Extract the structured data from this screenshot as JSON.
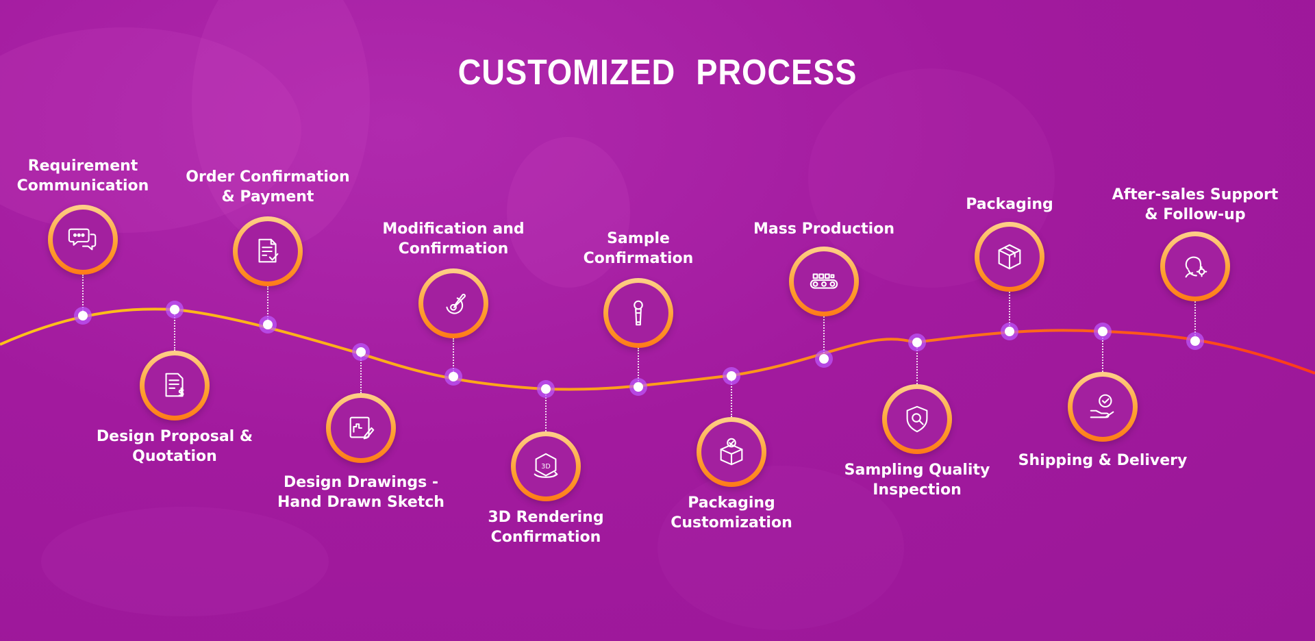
{
  "title": "CUSTOMIZED  PROCESS",
  "colors": {
    "background": "#a21a9e",
    "ring_start": "#ffd08a",
    "ring_end": "#ff7a18",
    "curve_start": "#ffc21a",
    "curve_end": "#ff3a1a",
    "node_glow": "#be5aff"
  },
  "steps": [
    {
      "label": "Requirement\nCommunication",
      "icon": "chat-bubbles-icon"
    },
    {
      "label": "Design Proposal &\nQuotation",
      "icon": "document-dollar-icon"
    },
    {
      "label": "Order Confirmation\n& Payment",
      "icon": "document-check-icon"
    },
    {
      "label": "Design Drawings -\nHand Drawn Sketch",
      "icon": "sketch-pencil-icon"
    },
    {
      "label": "Modification and\nConfirmation",
      "icon": "design-stylus-icon"
    },
    {
      "label": "3D Rendering\nConfirmation",
      "icon": "3d-cube-icon"
    },
    {
      "label": "Sample\nConfirmation",
      "icon": "sample-product-icon"
    },
    {
      "label": "Packaging\nCustomization",
      "icon": "open-box-check-icon"
    },
    {
      "label": "Mass Production",
      "icon": "conveyor-belt-icon"
    },
    {
      "label": "Sampling Quality\nInspection",
      "icon": "shield-search-icon"
    },
    {
      "label": "Packaging",
      "icon": "package-box-icon"
    },
    {
      "label": "Shipping & Delivery",
      "icon": "hand-check-icon"
    },
    {
      "label": "After-sales Support\n& Follow-up",
      "icon": "support-agent-icon"
    }
  ]
}
